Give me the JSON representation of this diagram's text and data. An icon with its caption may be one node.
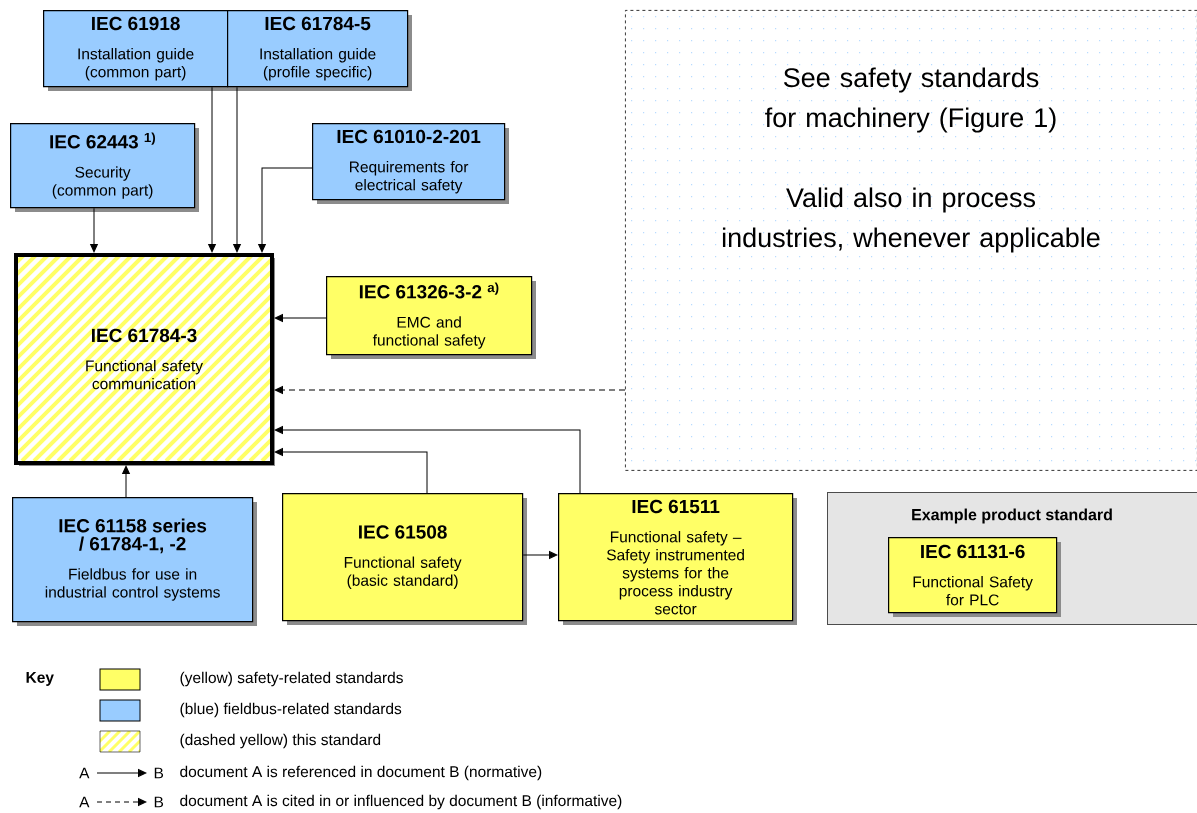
{
  "diagram": {
    "nodes": [
      {
        "text": [
          "IEC 61918",
          "Installation guide (common part)"
        ]
      },
      {
        "text": [
          "IEC 61784-5",
          "Installation guide (profile specific)"
        ]
      },
      {
        "text": [
          "IEC 62443 $^{1)}$",
          "Security (common part)"
        ]
      },
      {
        "text": [
          "IEC 61010-2-201",
          "Requirements for electrical safety"
        ]
      },
      {
        "text": [
          "IEC 61784-3",
          "Functional safety communication"
        ]
      },
      {
        "text": [
          "IEC 61326-3-2 $^{a)}$",
          "EMC and functional safety"
        ]
      },
      {
        "text": [
          "See safety standards for machinery (Figure 1)",
          "Valid also in process industries, whenever applicable"
        ]
      },
      {
        "text": [
          "IEC 61158 series / 61784-1, -2",
          "Fieldbus for use in industrial control systems"
        ]
      },
      {
        "text": [
          "IEC 61508",
          "Functional safety (basic standard)"
        ]
      },
      {
        "text": [
          "IEC 61511",
          "Functional safety – Safety instrumented systems for the process industry sector"
        ]
      },
      {
        "text": [
          "Example product standard"
        ]
      },
      {
        "text": [
          "IEC 61131-6",
          "Functional Safety for PLC"
        ],
        "in": 10
      }
    ],
    "edges": [
      {
        "from": 2,
        "to": 4,
        "arrow": "to"
      },
      {
        "from": 0,
        "to": 4,
        "arrow": "to"
      },
      {
        "from": 1,
        "to": 4,
        "arrow": "to"
      },
      {
        "from": 3,
        "to": 4,
        "arrow": "to"
      },
      {
        "from": 5,
        "to": 4,
        "arrow": "to"
      },
      {
        "from": 6,
        "to": 4,
        "arrow": "to",
        "style": "dashed"
      },
      {
        "from": 8,
        "to": 4,
        "arrow": "to"
      },
      {
        "from": 9,
        "to": 4,
        "arrow": "to"
      },
      {
        "from": 7,
        "to": 4,
        "arrow": "to"
      },
      {
        "from": 8,
        "to": 9,
        "arrow": "to"
      }
    ],
    "labels": [
      "Key",
      "A",
      "B",
      "A",
      "B"
    ],
    "legend": [
      {
        "text": "(yellow) safety-related standards",
        "color": "#ffff66"
      },
      {
        "text": "(blue) fieldbus-related standards",
        "color": "#99ccff"
      },
      {
        "text": "(dashed yellow) this standard"
      },
      {
        "text": "document A is referenced in document B (normative)"
      },
      {
        "text": "document A is cited in or influenced by document B (informative)"
      }
    ]
  }
}
